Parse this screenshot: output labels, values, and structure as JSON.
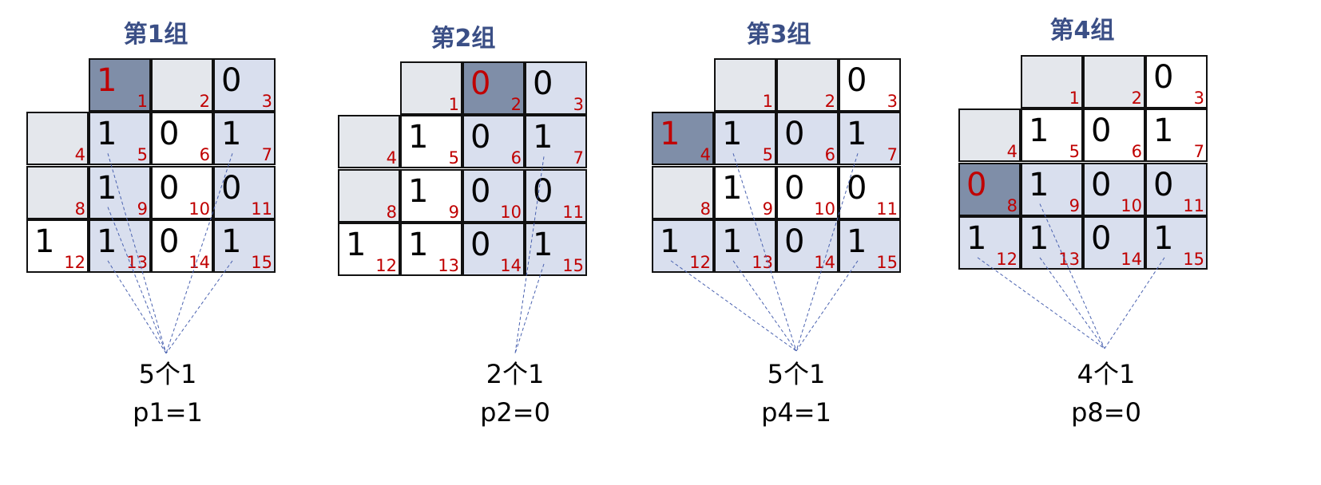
{
  "colors": {
    "parity_highlight": "#7f8ea8",
    "group_member": "#d9dfee",
    "other_parity": "#e4e7ec",
    "plain": "#ffffff",
    "index_text": "#c00000",
    "line": "#4a62b0"
  },
  "bits": {
    "1": "1",
    "3": "0",
    "5": "1",
    "6": "0",
    "7": "1",
    "9": "1",
    "10": "0",
    "11": "0",
    "12": "1",
    "13": "1",
    "14": "0",
    "15": "1"
  },
  "groups": [
    {
      "title": "第1组",
      "parity": 1,
      "members": [
        3,
        5,
        7,
        9,
        11,
        13,
        15
      ],
      "ones": [
        5,
        7,
        9,
        13,
        15
      ],
      "parity_value": "1",
      "count_text": "5个1",
      "result_text": "p1=1"
    },
    {
      "title": "第2组",
      "parity": 2,
      "members": [
        3,
        6,
        7,
        10,
        11,
        14,
        15
      ],
      "ones": [
        7,
        15
      ],
      "parity_value": "0",
      "count_text": "2个1",
      "result_text": "p2=0"
    },
    {
      "title": "第3组",
      "parity": 4,
      "members": [
        5,
        6,
        7,
        12,
        13,
        14,
        15
      ],
      "ones": [
        5,
        7,
        12,
        13,
        15
      ],
      "parity_value": "1",
      "count_text": "5个1",
      "result_text": "p4=1"
    },
    {
      "title": "第4组",
      "parity": 8,
      "members": [
        9,
        10,
        11,
        12,
        13,
        14,
        15
      ],
      "ones": [
        9,
        12,
        13,
        15
      ],
      "parity_value": "0",
      "count_text": "4个1",
      "result_text": "p8=0"
    }
  ]
}
